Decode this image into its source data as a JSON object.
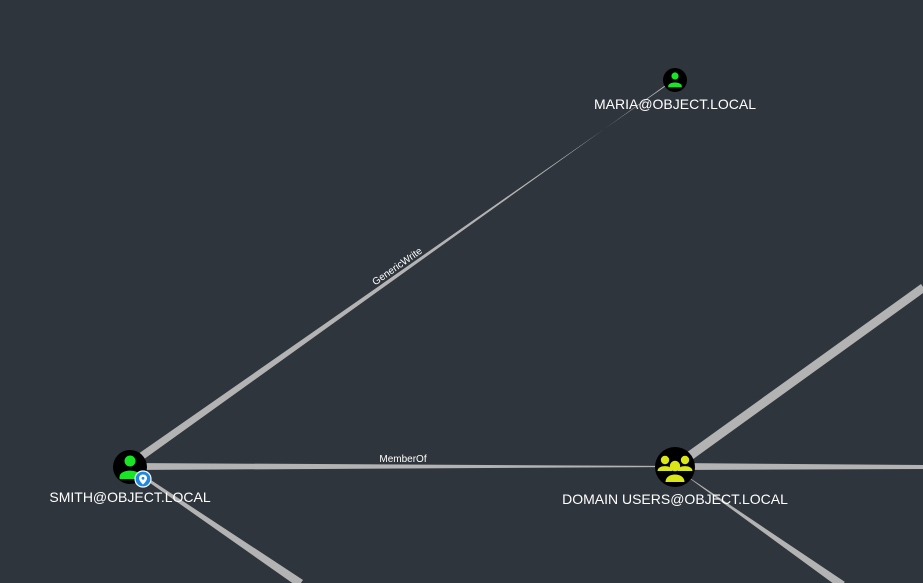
{
  "graph": {
    "nodes": {
      "smith": {
        "label": "SMITH@OBJECT.LOCAL",
        "type": "user",
        "icon": "user-icon",
        "icon_color": "#17e625",
        "badge_icon": "map-marker-icon",
        "badge_color": "#1e88e5"
      },
      "maria": {
        "label": "MARIA@OBJECT.LOCAL",
        "type": "user",
        "icon": "user-icon",
        "icon_color": "#17e625"
      },
      "domain_users": {
        "label": "DOMAIN USERS@OBJECT.LOCAL",
        "type": "group",
        "icon": "group-icon",
        "icon_color": "#dbe617"
      }
    },
    "edges": {
      "smith_maria": {
        "label": "GenericWrite",
        "source": "SMITH@OBJECT.LOCAL",
        "target": "MARIA@OBJECT.LOCAL"
      },
      "smith_domain_users": {
        "label": "MemberOf",
        "source": "SMITH@OBJECT.LOCAL",
        "target": "DOMAIN USERS@OBJECT.LOCAL"
      }
    },
    "colors": {
      "background": "#2f353c",
      "edge": "#b3b3b3",
      "node_fill": "#000000"
    }
  }
}
